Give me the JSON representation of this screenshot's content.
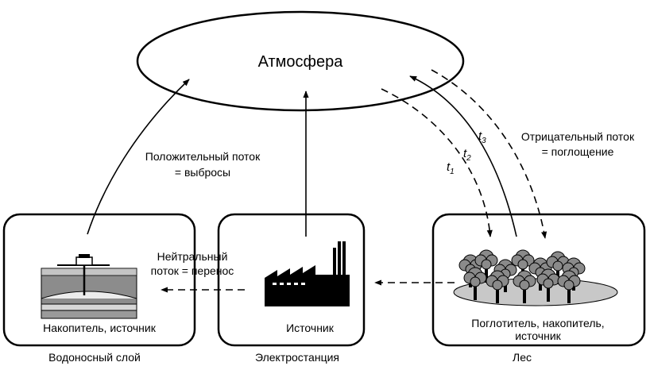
{
  "atmosphere": {
    "label": "Атмосфера"
  },
  "flows": {
    "positive": {
      "line1": "Положительный поток",
      "line2": "= выбросы"
    },
    "negative": {
      "line1": "Отрицательный поток",
      "line2": "= поглощение"
    },
    "neutral": {
      "line1": "Нейтральный",
      "line2": "поток = перенос"
    },
    "times": [
      {
        "var": "t",
        "sub": "1"
      },
      {
        "var": "t",
        "sub": "2"
      },
      {
        "var": "t",
        "sub": "3"
      }
    ]
  },
  "boxes": {
    "aquifer": {
      "inner_label": "Накопитель, источник",
      "caption": "Водоносный слой"
    },
    "power_plant": {
      "inner_label": "Источник",
      "caption": "Электростанция"
    },
    "forest": {
      "inner_line1": "Поглотитель, накопитель,",
      "inner_line2": "источник",
      "caption": "Лес"
    }
  }
}
